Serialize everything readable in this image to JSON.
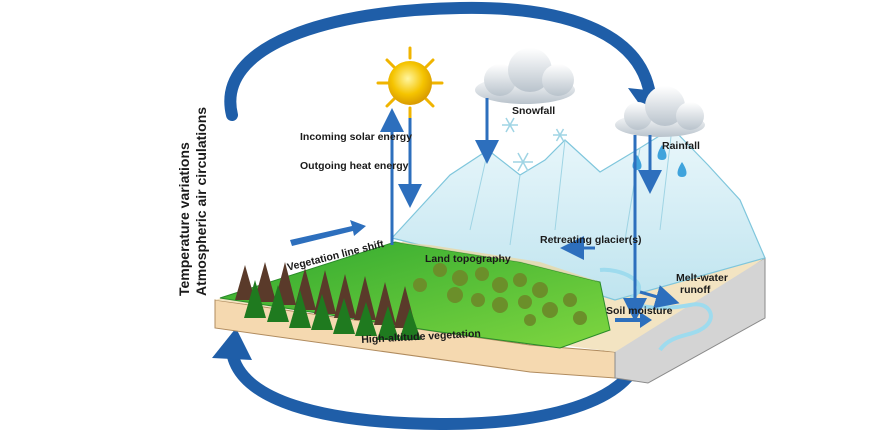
{
  "labels": {
    "temperature_variations": "Temperature variations",
    "atmospheric_air_circulations": "Atmospheric air circulations",
    "incoming_solar_energy": "Incoming solar energy",
    "outgoing_heat_energy": "Outgoing heat energy",
    "snowfall": "Snowfall",
    "rainfall": "Rainfall",
    "vegetation_line_shift": "Vegetation line shift",
    "land_topography": "Land topography",
    "retreating_glaciers": "Retreating glacier(s)",
    "melt_water_runoff_line1": "Melt-water",
    "melt_water_runoff_line2": "runoff",
    "soil_moisture": "Soil moisture",
    "high_altitude_vegetation": "High-altitude vegetation"
  },
  "colors": {
    "circulation_arrow": "#1f5ea8",
    "flow_arrow": "#2d6fbd",
    "sun": "#f5c400",
    "ice": "#cdeaf3",
    "grass": "#2fb52f",
    "sand": "#f5d9b0",
    "rock": "#d4d4d4"
  }
}
